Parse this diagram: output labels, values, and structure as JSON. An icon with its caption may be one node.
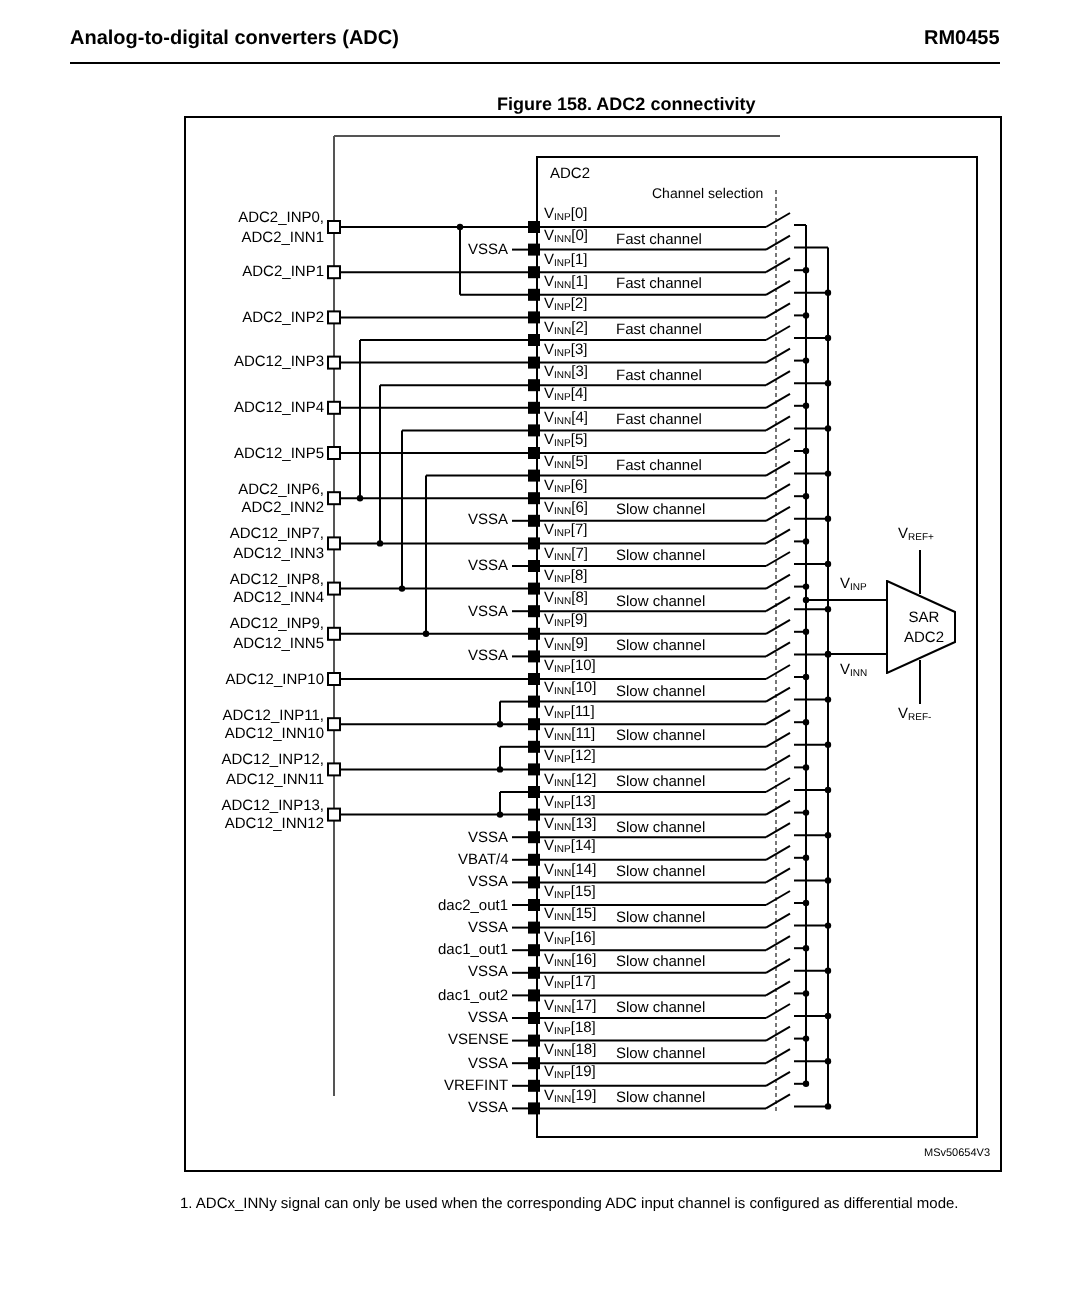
{
  "diagram": {
    "title": "Figure 158. ADC2 connectivity",
    "caption": "1. ADCx_INNy signal can only be used when the corresponding ADC input channel is configured as differential mode.",
    "nodes": [
      {
        "text": [
          "ADC2"
        ]
      },
      {
        "text": [
          "SAR ADC2"
        ],
        "in": 0
      }
    ],
    "labels": [
      "Analog-to-digital converters (ADC)",
      "RM0455",
      "Channel selection",
      "V$_{INP}$[0]",
      "V$_{INN}$[0]",
      "V$_{INP}$[1]",
      "V$_{INN}$[1]",
      "V$_{INP}$[2]",
      "V$_{INN}$[2]",
      "V$_{INP}$[3]",
      "V$_{INN}$[3]",
      "V$_{INP}$[4]",
      "V$_{INN}$[4]",
      "V$_{INP}$[5]",
      "V$_{INN}$[5]",
      "V$_{INP}$[6]",
      "V$_{INN}$[6]",
      "V$_{INP}$[7]",
      "V$_{INN}$[7]",
      "V$_{INP}$[8]",
      "V$_{INN}$[8]",
      "V$_{INP}$[9]",
      "V$_{INN}$[9]",
      "V$_{INP}$[10]",
      "V$_{INN}$[10]",
      "V$_{INP}$[11]",
      "V$_{INN}$[11]",
      "V$_{INP}$[12]",
      "V$_{INN}$[12]",
      "V$_{INP}$[13]",
      "V$_{INN}$[13]",
      "V$_{INP}$[14]",
      "V$_{INN}$[14]",
      "V$_{INP}$[15]",
      "V$_{INN}$[15]",
      "V$_{INP}$[16]",
      "V$_{INN}$[16]",
      "V$_{INP}$[17]",
      "V$_{INN}$[17]",
      "V$_{INP}$[18]",
      "V$_{INN}$[18]",
      "V$_{INP}$[19]",
      "V$_{INN}$[19]",
      "Fast channel",
      "Fast channel",
      "Fast channel",
      "Fast channel",
      "Fast channel",
      "Fast channel",
      "Slow channel",
      "Slow channel",
      "Slow channel",
      "Slow channel",
      "Slow channel",
      "Slow channel",
      "Slow channel",
      "Slow channel",
      "Slow channel",
      "Slow channel",
      "Slow channel",
      "Slow channel",
      "Slow channel",
      "Slow channel",
      "ADC2_INP0, ADC2_INN1",
      "VSSA",
      "ADC2_INP1",
      "ADC2_INP2",
      "ADC12_INP3",
      "ADC12_INP4",
      "ADC12_INP5",
      "ADC2_INP6, ADC2_INN2",
      "VSSA",
      "ADC12_INP7, ADC12_INN3",
      "VSSA",
      "ADC12_INP8, ADC12_INN4",
      "VSSA",
      "ADC12_INP9, ADC12_INN5",
      "VSSA",
      "ADC12_INP10",
      "ADC12_INP11, ADC12_INN10",
      "ADC12_INP12, ADC12_INN11",
      "ADC12_INP13, ADC12_INN12",
      "VSSA",
      "VBAT/4",
      "VSSA",
      "dac2_out1",
      "VSSA",
      "dac1_out1",
      "VSSA",
      "dac1_out2",
      "VSSA",
      "VSENSE",
      "VSSA",
      "VREFINT",
      "VSSA",
      "V$_{REF+}$",
      "V$_{INP}$",
      "V$_{INN}$",
      "V$_{REF-}$",
      "MSv50654V3"
    ]
  }
}
